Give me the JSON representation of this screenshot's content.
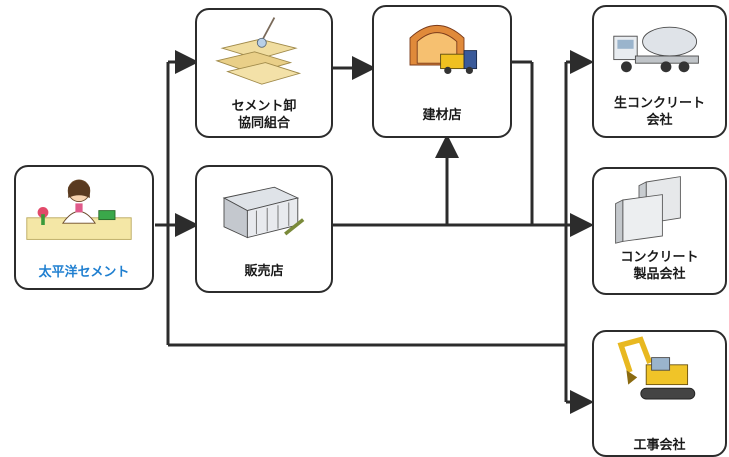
{
  "nodes": {
    "taiheiyo": {
      "label": "太平洋セメント",
      "icon": "person-at-desk-icon"
    },
    "cement_coop": {
      "label": "セメント卸\n協同組合",
      "icon": "cement-bags-icon"
    },
    "sales_store": {
      "label": "販売店",
      "icon": "warehouse-icon"
    },
    "building_materials": {
      "label": "建材店",
      "icon": "storage-truck-icon"
    },
    "ready_mixed": {
      "label": "生コンクリート\n会社",
      "icon": "mixer-truck-icon"
    },
    "concrete_products": {
      "label": "コンクリート\n製品会社",
      "icon": "concrete-blocks-icon"
    },
    "construction": {
      "label": "工事会社",
      "icon": "excavator-icon"
    }
  },
  "colors": {
    "line": "#2c2c2c",
    "brand_label": "#1f7fd0"
  }
}
